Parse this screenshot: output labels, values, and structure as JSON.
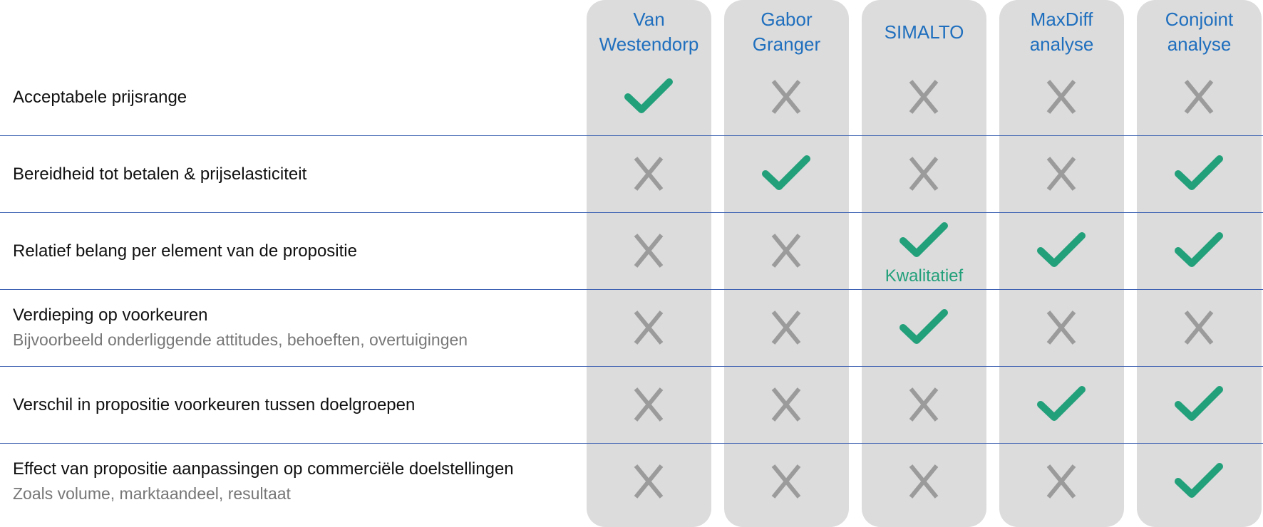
{
  "colors": {
    "check": "#22a07a",
    "cross": "#9b9b9b",
    "header": "#1f6fbe",
    "divider": "#3e62b2",
    "column_bg": "#dcdcdc"
  },
  "columns": [
    {
      "lines": [
        "Van",
        "Westendorp"
      ]
    },
    {
      "lines": [
        "Gabor",
        "Granger"
      ]
    },
    {
      "lines": [
        "SIMALTO"
      ]
    },
    {
      "lines": [
        "MaxDiff",
        "analyse"
      ]
    },
    {
      "lines": [
        "Conjoint",
        "analyse"
      ]
    }
  ],
  "rows": [
    {
      "title": "Acceptabele prijsrange",
      "subtitle": "",
      "cells": [
        "check",
        "cross",
        "cross",
        "cross",
        "cross"
      ]
    },
    {
      "title": "Bereidheid tot betalen & prijselasticiteit",
      "subtitle": "",
      "cells": [
        "cross",
        "check",
        "cross",
        "cross",
        "check"
      ]
    },
    {
      "title": "Relatief belang per element van de propositie",
      "subtitle": "",
      "cells": [
        "cross",
        "cross",
        "check",
        "check",
        "check"
      ],
      "notes": [
        "",
        "",
        "Kwalitatief",
        "",
        ""
      ]
    },
    {
      "title": "Verdieping op voorkeuren",
      "subtitle": "Bijvoorbeeld onderliggende attitudes, behoeften, overtuigingen",
      "cells": [
        "cross",
        "cross",
        "check",
        "cross",
        "cross"
      ]
    },
    {
      "title": "Verschil in propositie voorkeuren tussen doelgroepen",
      "subtitle": "",
      "cells": [
        "cross",
        "cross",
        "cross",
        "check",
        "check"
      ]
    },
    {
      "title": "Effect van propositie aanpassingen op commerciële doelstellingen",
      "subtitle": "Zoals volume, marktaandeel, resultaat",
      "cells": [
        "cross",
        "cross",
        "cross",
        "cross",
        "check"
      ]
    }
  ]
}
